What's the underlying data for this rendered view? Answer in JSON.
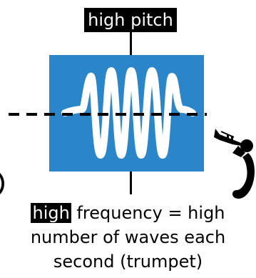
{
  "title": "high pitch",
  "caption": {
    "highlight": "high",
    "line1_rest": " frequency = high",
    "line2": "number of waves each",
    "line3": "second (trumpet)"
  },
  "colors": {
    "box": "#2a86c8",
    "wave": "#ffffff",
    "label_bg": "#000000",
    "text": "#000000"
  },
  "icons": {
    "instrument": "trumpet-player-icon"
  }
}
